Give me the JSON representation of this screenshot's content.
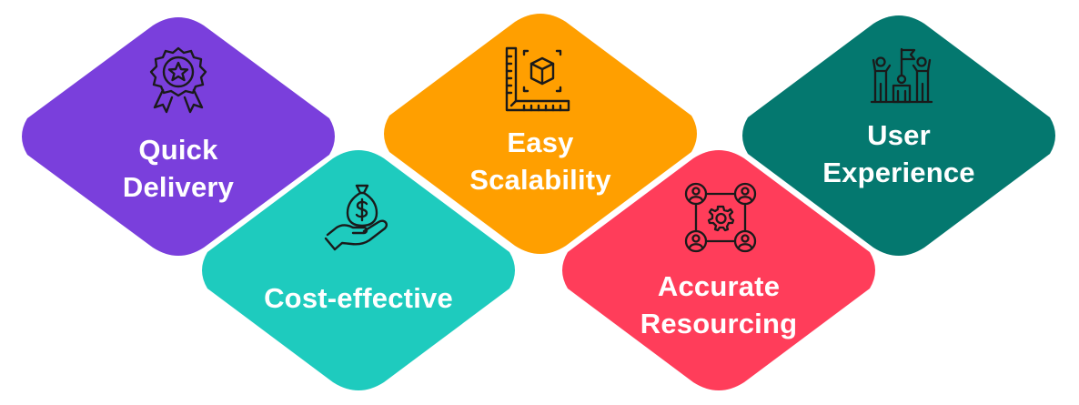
{
  "cards": [
    {
      "id": "quick-delivery",
      "lines": [
        "Quick",
        "Delivery"
      ],
      "color": "#7a3fdc",
      "icon": "award-badge-icon"
    },
    {
      "id": "cost-effective",
      "lines": [
        "Cost-effective"
      ],
      "color": "#1ecbbe",
      "icon": "money-bag-hand-icon"
    },
    {
      "id": "easy-scalability",
      "lines": [
        "Easy",
        "Scalability"
      ],
      "color": "#ff9f00",
      "icon": "scale-ruler-cube-icon"
    },
    {
      "id": "accurate-resourcing",
      "lines": [
        "Accurate",
        "Resourcing"
      ],
      "color": "#ff3d5a",
      "icon": "team-gear-network-icon"
    },
    {
      "id": "user-experience",
      "lines": [
        "User",
        "Experience"
      ],
      "color": "#04786f",
      "icon": "team-flag-icon"
    }
  ],
  "icon_color": "#1a1a1a",
  "text_color": "#ffffff"
}
